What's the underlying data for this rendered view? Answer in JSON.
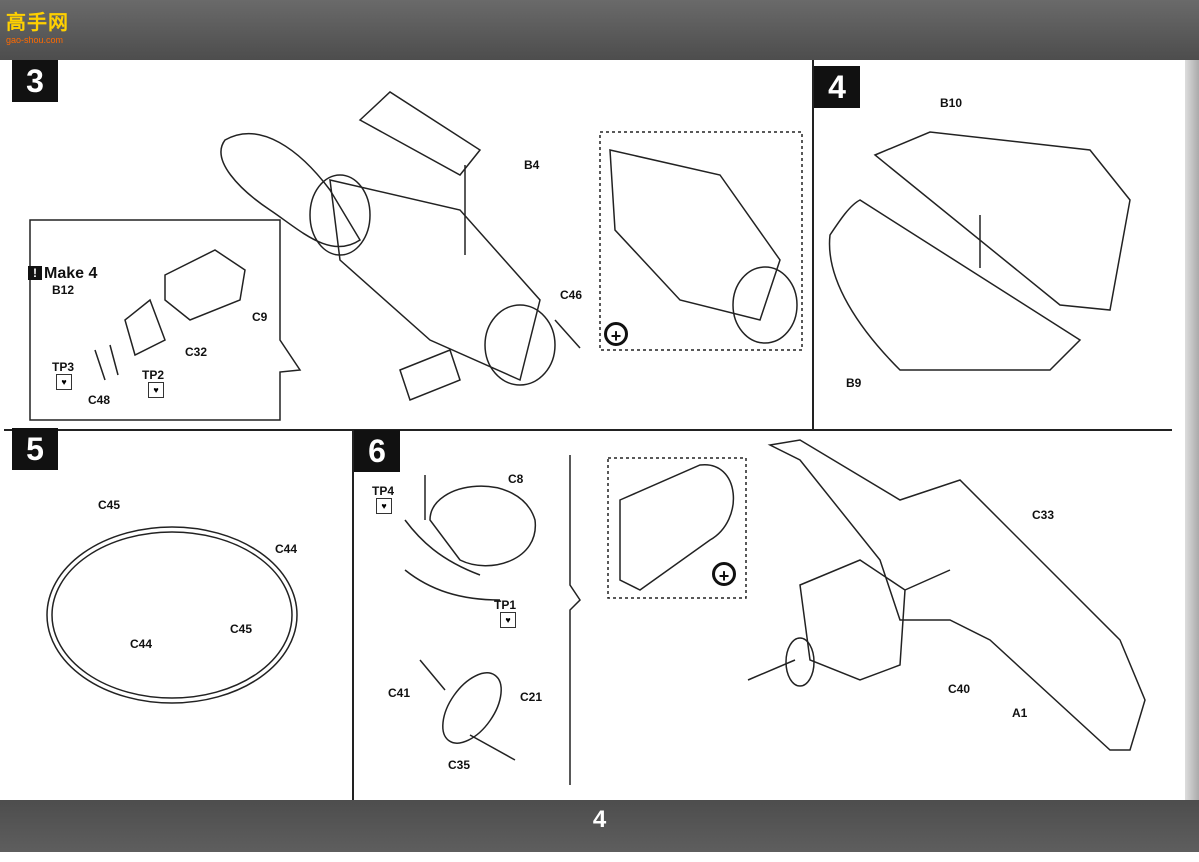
{
  "header": {
    "logo_text": "高手网",
    "logo_sub": "gao-shou.com"
  },
  "footer": {
    "page_number": "4"
  },
  "steps": [
    {
      "number": "3"
    },
    {
      "number": "4"
    },
    {
      "number": "5"
    },
    {
      "number": "6"
    }
  ],
  "step3": {
    "make_note": "Make 4",
    "labels": {
      "B4": "B4",
      "C46": "C46",
      "B12": "B12",
      "C9": "C9",
      "C32": "C32",
      "TP3": "TP3",
      "TP2": "TP2",
      "C48": "C48"
    }
  },
  "step4": {
    "labels": {
      "B10": "B10",
      "B9": "B9"
    }
  },
  "step5": {
    "labels": {
      "C45a": "C45",
      "C44a": "C44",
      "C44b": "C44",
      "C45b": "C45"
    }
  },
  "step6": {
    "labels": {
      "TP4": "TP4",
      "C8": "C8",
      "TP1": "TP1",
      "C41": "C41",
      "C21": "C21",
      "C35": "C35",
      "C33": "C33",
      "C40": "C40",
      "A1": "A1"
    }
  },
  "colors": {
    "band": "#5a5a5a",
    "step_badge": "#111111",
    "logo": "#ffd000"
  }
}
